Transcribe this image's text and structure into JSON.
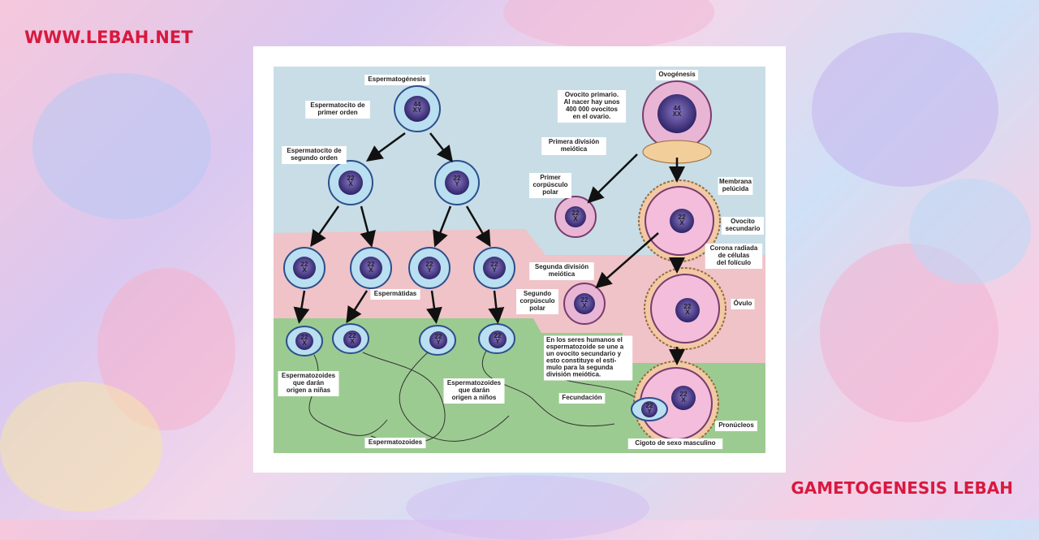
{
  "site_label": "WWW.LEBAH.NET",
  "footer_title": "GAMETOGENESIS LEBAH",
  "colors": {
    "brand_red": "#d8193f",
    "band_blue": "#c8dde6",
    "band_pink": "#efc3c7",
    "band_green": "#9ccb91"
  },
  "diagram": {
    "sperm_title": "Espermatogénesis",
    "ovo_title": "Ovogénesis",
    "primary_spermatocyte": "Espermatocito de\nprimer orden",
    "secondary_spermatocyte": "Espermatocito de\nsegundo orden",
    "spermatids": "Espermátidas",
    "sperm_girls": "Espermatozoides\nque darán\norigen a niñas",
    "sperm_boys": "Espermatozoides\nque darán\norigen a niños",
    "spermatozoa": "Espermatozoides",
    "primary_oocyte": "Ovocito primario.\nAl nacer hay unos\n400 000 ovocitos\nen el ovario.",
    "first_division": "Primera división\nmeiótica",
    "first_polar_body": "Primer\ncorpúsculo\npolar",
    "zona_pellucida": "Membrana\npelúcida",
    "secondary_oocyte": "Ovocito\nsecundario",
    "corona_radiata": "Corona radiada\nde células\ndel folículo",
    "second_division": "Segunda división\nmeiótica",
    "second_polar_body": "Segundo\ncorpúsculo\npolar",
    "ovum": "Óvulo",
    "fertilization_note": "En los seres humanos el\nespermatozoide se une a\nun ovocito secundario y\nesto constituye el estí-\nmulo para la segunda\ndivisión meiótica.",
    "fertilization": "Fecundación",
    "pronuclei": "Pronúcleos",
    "zygote": "Cigoto de sexo masculino",
    "chrom_44xy": "44\nXY",
    "chrom_44xx": "44\nXX",
    "chrom_22x": "22\nX",
    "chrom_22y": "22\nY"
  }
}
